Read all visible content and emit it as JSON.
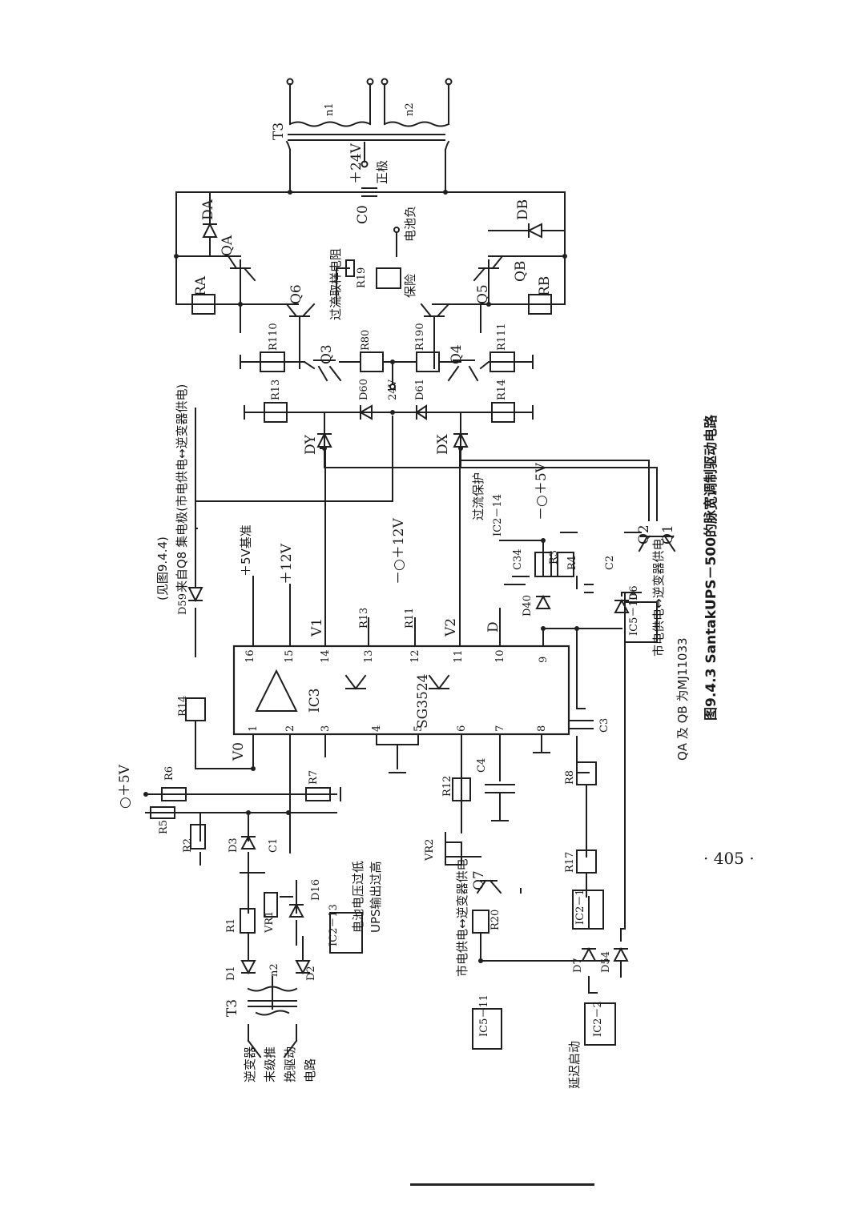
{
  "figure": {
    "caption": "图9.4.3  SantakUPS－500的脉宽调制驱动电路",
    "note": "QA 及 QB 为MJ11033",
    "page_number": "· 405 ·"
  },
  "ic": {
    "ref": "IC3",
    "part": "SG3524",
    "pins_top": [
      "16",
      "15",
      "14",
      "13",
      "12",
      "11",
      "10",
      "9"
    ],
    "pins_bottom": [
      "1",
      "2",
      "3",
      "4",
      "5",
      "6",
      "7",
      "8"
    ]
  },
  "labels": {
    "t3": "T3",
    "n1": "n1",
    "n2": "n2",
    "c0": "C0",
    "plus24v": "＋24V",
    "zheng_ji": "正极",
    "bat_neg": "电池负",
    "over_res": "过流取样电阻",
    "r19": "R19",
    "fuse": "保险",
    "da": "DA",
    "db": "DB",
    "qa": "QA",
    "qb": "QB",
    "ra": "RA",
    "rb": "RB",
    "q6": "Q6",
    "q5": "Q5",
    "r110": "R110",
    "r111": "R111",
    "r80": "R80",
    "r190": "R190",
    "q3": "Q3",
    "q4": "Q4",
    "r13a": "R13",
    "r14a": "R14",
    "d60": "D60",
    "d61": "D61",
    "v24": "24V",
    "dy": "DY",
    "dx": "DX",
    "see_fig": "(见图9.4.4)",
    "from_q8": "来自Q8 集电极(市电供电↔逆变器供电)",
    "d59": "D59",
    "r14b": "R14",
    "plus5v_ref": "＋5V基准",
    "plus12v": "＋12V",
    "v1": "V1",
    "v2": "V2",
    "r13b": "R13",
    "r11": "R11",
    "d_pin": "D",
    "plus12v_b": "－○＋12V",
    "overcurrent": "过流保护",
    "ic2_14": "IC2－14",
    "plus5v_b": "－○＋5V",
    "c34": "C34",
    "r3": "R3",
    "r4": "R4",
    "c2": "C2",
    "d40": "D40",
    "d6": "D6",
    "ic5_10": "IC5－10",
    "mains_inv": "市电供电↔逆变器供电",
    "q2": "Q2",
    "q1": "Q1",
    "v0": "V0",
    "r6": "R6",
    "r7": "R7",
    "plus5v_c": "○＋5V",
    "r5": "R5",
    "r2": "R2",
    "d3": "D3",
    "c1": "C1",
    "r12": "R12",
    "c4": "C4",
    "r8": "R8",
    "c3": "C3",
    "d16": "D16",
    "ic2_13": "IC2－13",
    "batlow": "电池电压过低",
    "ups_out": "UPS输出过高",
    "vr2": "VR2",
    "q7": "Q7",
    "r20": "R20",
    "r17": "R17",
    "ic2_1": "IC2－1",
    "r1": "R1",
    "vr1": "VR1",
    "d1": "D1",
    "d2": "D2",
    "n2b": "n2",
    "t3b": "T3",
    "inv_drive1": "逆变器",
    "inv_drive2": "末级推",
    "inv_drive3": "挽驱动",
    "inv_drive4": "电路",
    "mains_inv2": "市电供电↔逆变器供电",
    "ic5_11": "IC5－11",
    "d7": "D7",
    "d54": "D54",
    "delay_start": "延迟启动",
    "ic2_2": "IC2－2"
  }
}
